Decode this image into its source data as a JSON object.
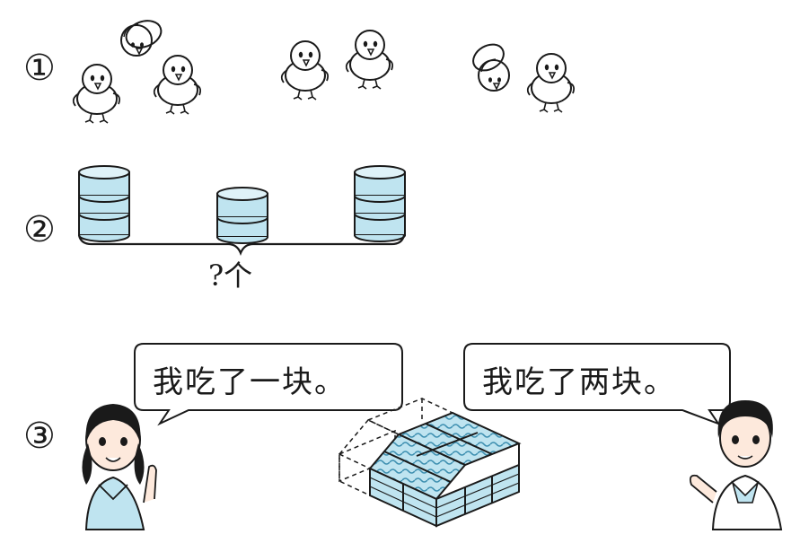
{
  "items": [
    {
      "marker": "①"
    },
    {
      "marker": "②",
      "brace_label": "?个"
    },
    {
      "marker": "③",
      "girl_says": "我吃了一块。",
      "boy_says": "我吃了两块。"
    }
  ],
  "colors": {
    "line": "#1a1a1a",
    "cake": "#bfe4f0",
    "cake_dark": "#5aa9c8",
    "skin": "#fde9dc"
  }
}
